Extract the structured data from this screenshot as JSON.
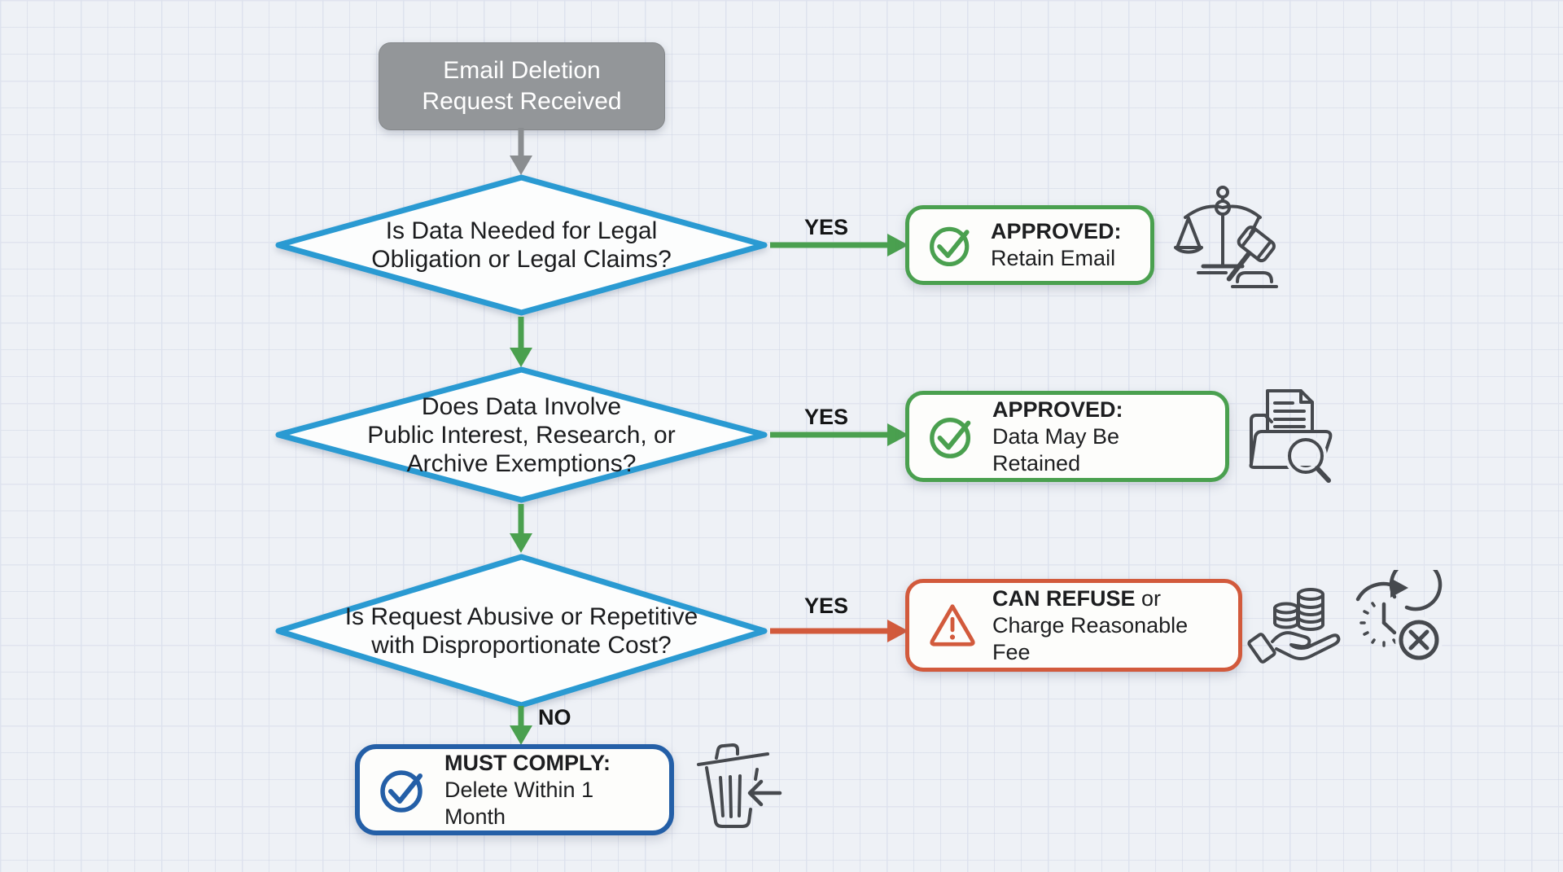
{
  "colors": {
    "background": "#eef1f6",
    "grid_line": "#dde2ee",
    "decision_blue": "#2a9ad2",
    "approve_green": "#4aa04f",
    "refuse_red": "#d25a3c",
    "comply_blue": "#245fa7",
    "start_gray": "#939699",
    "icon_gray": "#46494e"
  },
  "start": {
    "line1": "Email Deletion",
    "line2": "Request Received"
  },
  "decisions": {
    "legal": {
      "line1": "Is Data Needed for Legal",
      "line2": "Obligation or Legal Claims?"
    },
    "publicInterest": {
      "line1": "Does Data Involve",
      "line2": "Public Interest, Research, or",
      "line3": "Archive Exemptions?"
    },
    "abusive": {
      "line1": "Is Request Abusive or Repetitive",
      "line2": "with Disproportionate Cost?"
    }
  },
  "edges": {
    "yes1": "YES",
    "yes2": "YES",
    "yes3": "YES",
    "no": "NO"
  },
  "outcomes": {
    "retain": {
      "title": "APPROVED:",
      "subtitle": "Retain Email"
    },
    "archive": {
      "title": "APPROVED:",
      "subtitle": "Data May Be Retained"
    },
    "refuse": {
      "bold": "CAN REFUSE",
      "rest": "or",
      "subtitle": "Charge Reasonable Fee"
    },
    "comply": {
      "title": "MUST COMPLY:",
      "subtitle": "Delete Within 1 Month"
    }
  },
  "icons": {
    "check_circle": "check-circle",
    "warning": "warning-triangle",
    "scales": "scales-and-gavel",
    "archive_search": "folder-document-magnifier",
    "fee": "coins-in-hand",
    "deadline": "clock-cancelled",
    "trash": "trash-bin-delete-arrow"
  }
}
